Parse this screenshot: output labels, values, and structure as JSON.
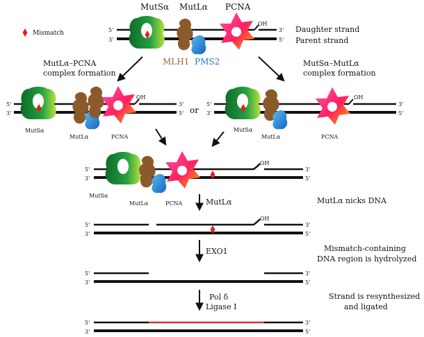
{
  "legend": {
    "mismatch": "Mismatch"
  },
  "proteins": {
    "mutsa": "MutSα",
    "mutla": "MutLα",
    "pcna": "PCNA",
    "mlh1": "MLH1",
    "pms2": "PMS2"
  },
  "strands": {
    "daughter": "Daughter strand",
    "parent": "Parent strand",
    "five": "5'",
    "three": "3'",
    "oh": "OH"
  },
  "pathways": {
    "left": [
      "MutLα–PCNA",
      "complex formation"
    ],
    "right": [
      "MutSα–MutLα",
      "complex formation"
    ],
    "or": "or"
  },
  "steps": {
    "s1_agent": "MutLα",
    "s1_desc": "MutLα nicks DNA",
    "s2_agent": "EXO1",
    "s2_desc": [
      "Mismatch-containing",
      "DNA region is hydrolyzed"
    ],
    "s3_agent": [
      "Pol δ",
      "Ligase I"
    ],
    "s3_desc": [
      "Strand is resynthesized",
      "and ligated"
    ]
  },
  "colors": {
    "mutsa": "#1a8a3a",
    "mlh1": "#8b5a2b",
    "pms2": "#1e8fd6",
    "pcna": "#ff2d7a",
    "mismatch": "#e0201c",
    "resynth": "#e03030",
    "mlh1_label": "#a0652a",
    "pms2_label": "#1e7bd0"
  }
}
